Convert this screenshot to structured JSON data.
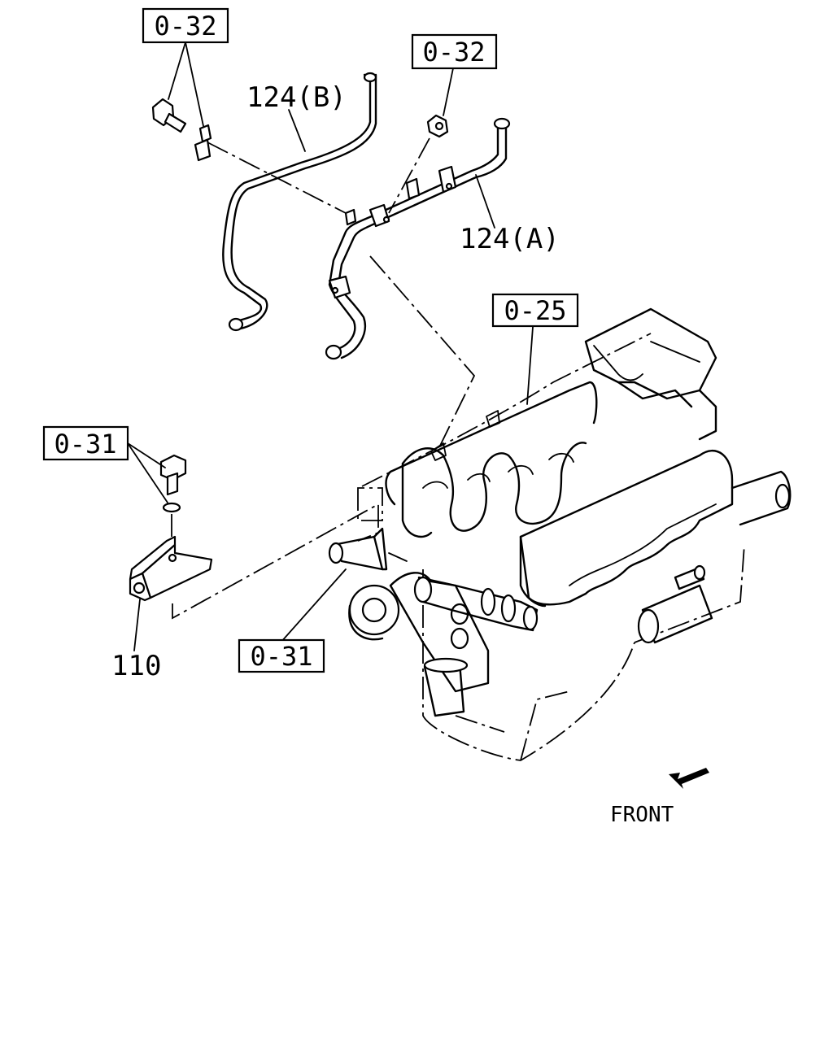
{
  "diagram": {
    "callouts": {
      "ref_032_top": "0-32",
      "ref_032_right": "0-32",
      "ref_025": "0-25",
      "ref_031_left": "0-31",
      "ref_031_bottom": "0-31"
    },
    "part_labels": {
      "pipe_b": "124(B)",
      "pipe_a": "124(A)",
      "bracket": "110"
    },
    "direction_label": "FRONT"
  }
}
